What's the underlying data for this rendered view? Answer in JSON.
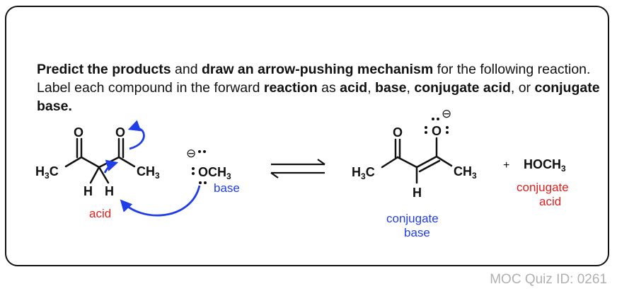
{
  "question": {
    "segments": [
      {
        "text": "Predict the products",
        "bold": true
      },
      {
        "text": " and ",
        "bold": false
      },
      {
        "text": "draw an arrow-pushing mechanism",
        "bold": true
      },
      {
        "text": " for the following reaction. Label each compound in the forward ",
        "bold": false
      },
      {
        "text": "reaction",
        "bold": true
      },
      {
        "text": " as ",
        "bold": false
      },
      {
        "text": "acid",
        "bold": true
      },
      {
        "text": ", ",
        "bold": false
      },
      {
        "text": "base",
        "bold": true
      },
      {
        "text": ", ",
        "bold": false
      },
      {
        "text": "conjugate acid",
        "bold": true
      },
      {
        "text": ", or ",
        "bold": false
      },
      {
        "text": "conjugate base.",
        "bold": true
      }
    ]
  },
  "reactant": {
    "atoms": {
      "o1": "O",
      "o2": "O",
      "h3c": "H",
      "h3c_sub": "3",
      "h3c_c": "C",
      "ch3": "CH",
      "ch3_sub": "3",
      "h1": "H",
      "h2": "H"
    },
    "label": "acid"
  },
  "base": {
    "formula": "OCH",
    "formula_sub": "3",
    "charge": "⊖",
    "label": "base"
  },
  "product_enolate": {
    "atoms": {
      "o1": "O",
      "o2": "O",
      "h3c": "H",
      "h3c_sub": "3",
      "h3c_c": "C",
      "ch3": "CH",
      "ch3_sub": "3",
      "h": "H"
    },
    "charge": "⊖",
    "label_line1": "conjugate",
    "label_line2": "base"
  },
  "plus": "+",
  "product_methanol": {
    "formula": "HOCH",
    "formula_sub": "3",
    "label_line1": "conjugate",
    "label_line2": "acid"
  },
  "footer": {
    "quiz_id": "MOC Quiz ID: 0261"
  },
  "colors": {
    "acid_label": "#e0201b",
    "base_label": "#1f3ee8",
    "arrow": "#1f3ee8",
    "footer": "#b0b0b0"
  }
}
